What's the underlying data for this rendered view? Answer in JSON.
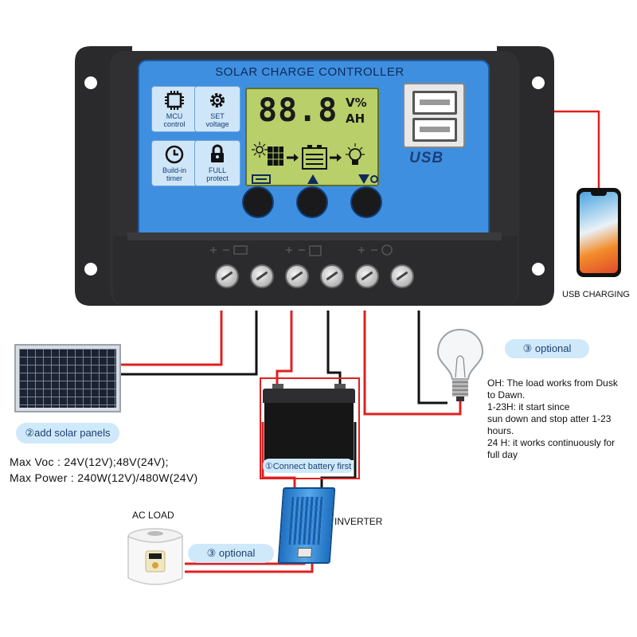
{
  "controller": {
    "title": "SOLAR CHARGE CONTROLLER",
    "lcd_digits": "88.8",
    "lcd_units_top": "V%",
    "lcd_units_bottom": "AH",
    "usb_logo": "USB",
    "tiles": [
      {
        "line1": "MCU",
        "line2": "control",
        "icon": "chip-icon"
      },
      {
        "line1": "SET",
        "line2": "voltage",
        "icon": "gear-icon"
      },
      {
        "line1": "Build-in",
        "line2": "timer",
        "icon": "clock-icon"
      },
      {
        "line1": "FULL",
        "line2": "protect",
        "icon": "lock-icon"
      }
    ],
    "button_icons": [
      "menu-icon",
      "up-arrow-icon",
      "down-arrow-icon"
    ],
    "terminal_icons": [
      "solar-panel-icon",
      "battery-icon",
      "bulb-icon"
    ]
  },
  "labels": {
    "usb_charging": "USB CHARGING",
    "inverter": "INVERTER",
    "ac_load": "AC LOAD",
    "optional_load": "③ optional",
    "optional_ac": "③ optional",
    "add_solar_panels": "②add solar panels",
    "connect_battery": "①Connect battery first"
  },
  "specs": {
    "line1": "Max  Voc : 24V(12V);48V(24V);",
    "line2": "Max  Power : 240W(12V)/480W(24V)"
  },
  "load_notes": [
    "OH: The load works from Dusk",
    "to Dawn.",
    "1-23H: it start since",
    "sun down and stop atter 1-23",
    "hours.",
    "24 H: it works continuously for",
    "full day"
  ],
  "colors": {
    "panel_blue": "#3f8fe0",
    "case_dark": "#2c2c2e",
    "lcd_green": "#b8cf6a",
    "wire_red": "#e02020",
    "wire_black": "#111111",
    "pill_bg": "#cfe9fb"
  }
}
